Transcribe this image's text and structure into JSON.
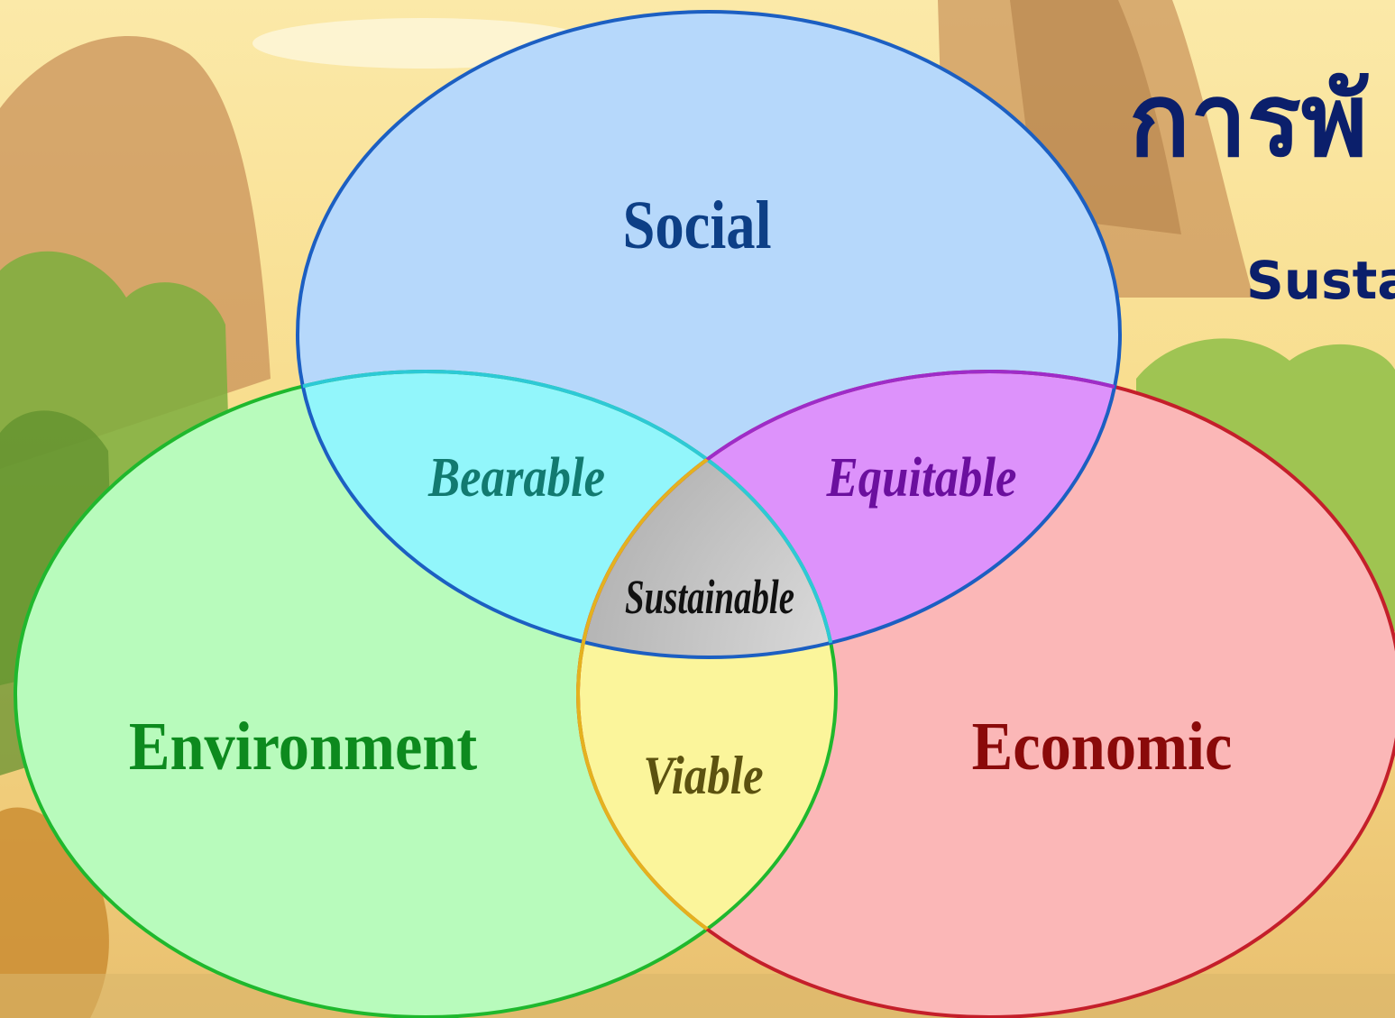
{
  "title": {
    "main": "การพั",
    "subtitle": "Susta"
  },
  "diagram": {
    "sets": [
      {
        "id": "social",
        "label": "Social",
        "fill": "#b6d8fb",
        "stroke": "#1c5fc2",
        "text_color": "#0d3f86"
      },
      {
        "id": "environment",
        "label": "Environment",
        "fill": "#b8fbbc",
        "stroke": "#1fb82d",
        "text_color": "#0d8a1e"
      },
      {
        "id": "economic",
        "label": "Economic",
        "fill": "#fbb7b7",
        "stroke": "#c41f2a",
        "text_color": "#8a0a0a"
      }
    ],
    "intersections": [
      {
        "id": "bearable",
        "between": [
          "social",
          "environment"
        ],
        "label": "Bearable",
        "fill": "#92f6fb",
        "text_color": "#127a70"
      },
      {
        "id": "equitable",
        "between": [
          "social",
          "economic"
        ],
        "label": "Equitable",
        "fill": "#dd92fb",
        "text_color": "#6b0f9e"
      },
      {
        "id": "viable",
        "between": [
          "environment",
          "economic"
        ],
        "label": "Viable",
        "fill": "#fbf59b",
        "text_color": "#5c5210"
      },
      {
        "id": "sustainable",
        "between": [
          "social",
          "environment",
          "economic"
        ],
        "label": "Sustainable",
        "fill": "#c8c8c8",
        "text_color": "#111111"
      }
    ]
  },
  "colors": {
    "title": "#0b1f6b"
  }
}
